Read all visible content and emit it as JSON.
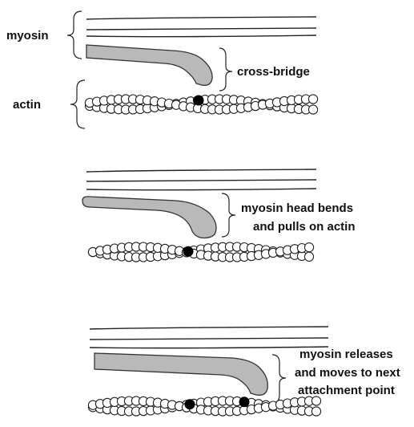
{
  "panel1": {
    "myosin_label": "myosin",
    "actin_label": "actin",
    "crossbridge_label": "cross-bridge"
  },
  "panel2": {
    "caption_line1": "myosin head bends",
    "caption_line2": "and pulls on actin"
  },
  "panel3": {
    "caption_line1": "myosin releases",
    "caption_line2": "and moves to next",
    "caption_line3": "attachment point"
  },
  "colors": {
    "myosin_head_fill": "#b9b9b9",
    "attachment_site": "#000000",
    "actin_bead": "#ffffff"
  }
}
